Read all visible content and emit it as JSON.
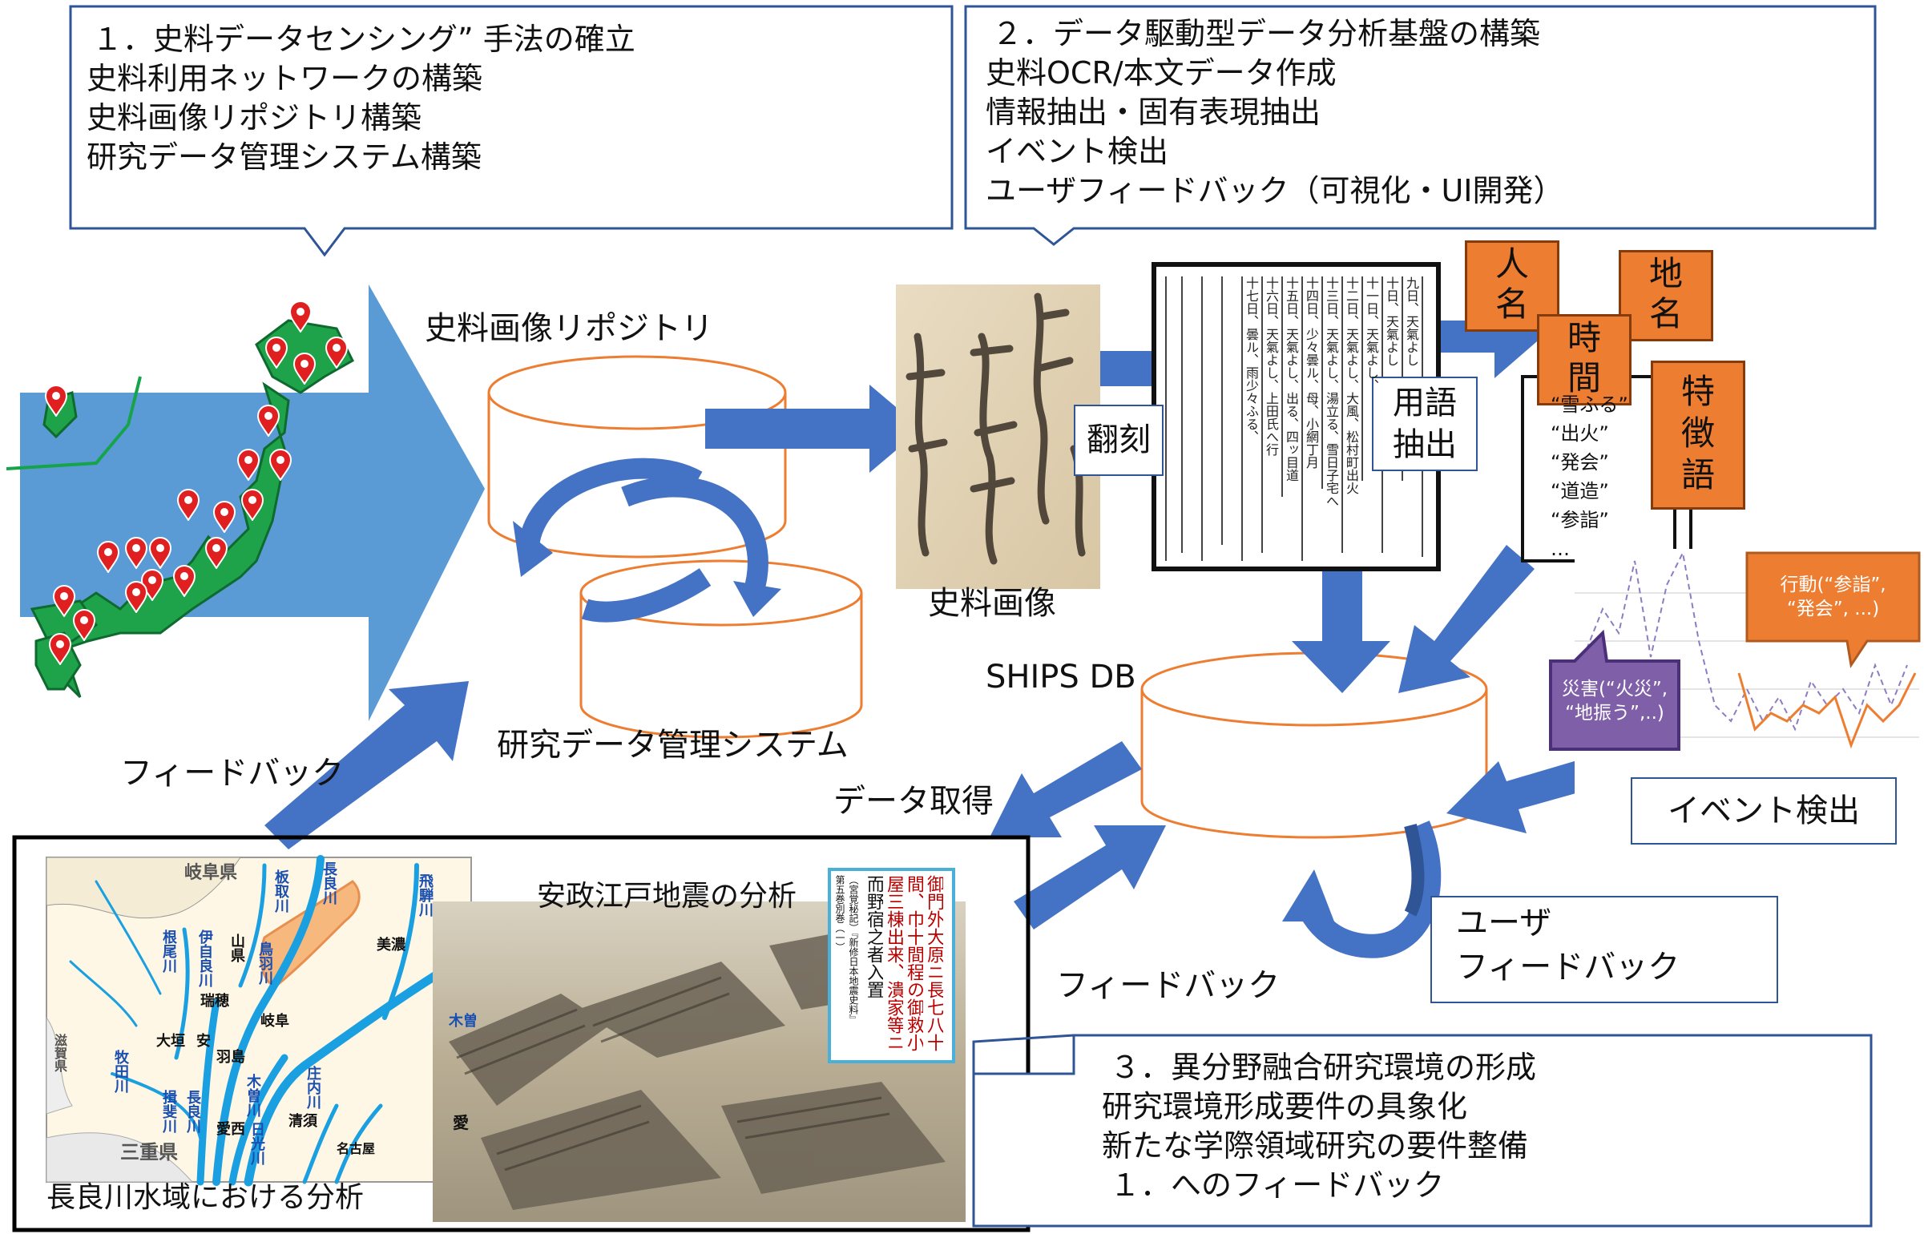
{
  "callout1": {
    "title": "１．史料データセンシング” 手法の確立",
    "items": [
      "史料利用ネットワークの構築",
      "史料画像リポジトリ構築",
      "研究データ管理システム構築"
    ]
  },
  "callout2": {
    "title": "２．データ駆動型データ分析基盤の構築",
    "items": [
      "史料OCR/本文データ作成",
      "情報抽出・固有表現抽出",
      "イベント検出",
      "ユーザフィードバック（可視化・UI開発）"
    ]
  },
  "callout3": {
    "title": "３．異分野融合研究環境の形成",
    "items": [
      "研究環境形成要件の具象化",
      "新たな学際領域研究の要件整備",
      "１．へのフィードバック"
    ]
  },
  "labels": {
    "repository": "史料画像リポジトリ",
    "rdm": "研究データ管理システム",
    "image": "史料画像",
    "db": "SHIPS DB",
    "feedback_left": "フィードバック",
    "feedback_bottom": "フィードバック",
    "data_get": "データ取得",
    "honkoku": "翻刻",
    "term_extract_1": "用語",
    "term_extract_2": "抽出",
    "event_detect": "イベント検出",
    "user_fb_1": "ユーザ",
    "user_fb_2": "フィードバック",
    "ansei": "安政江戸地震の分析",
    "nagara": "長良川水域における分析"
  },
  "tags": {
    "person": "人名",
    "place": "地名",
    "time": "時間",
    "feature": "特徴語"
  },
  "terms": [
    "“雪ふる”",
    "“出火”",
    "“発会”",
    "“道造”",
    "“参詣”",
    "…"
  ],
  "bubbles": {
    "disaster_1": "災害(“火災”,",
    "disaster_2": "“地振う”,..)",
    "action_1": "行動(“参詣”,",
    "action_2": "“発会”, ...)"
  },
  "map_labels": {
    "gifu_pref": "岐阜県",
    "itadori": "板取川",
    "nagara_top": "長良川",
    "hida": "飛騨川",
    "neo": "根尾川",
    "ibi_small": "伊自良川",
    "yamagata": "山県",
    "toba": "鳥羽川",
    "mino": "美濃",
    "mizuho": "瑞穂",
    "gifu": "岐阜",
    "ogaki": "大垣",
    "makita": "牧田川",
    "yasu": "安",
    "hashima": "羽島",
    "ibi": "揖斐川",
    "nagara": "長良川",
    "kiso_small": "木曽川",
    "aisai": "愛西",
    "kiso": "木曽",
    "shiga": "滋賀県",
    "mie": "三重県",
    "kiyosu": "清須",
    "nikko": "日光川",
    "shonai": "庄内川",
    "nagoya": "名古屋",
    "ai": "愛"
  },
  "quote": {
    "columns": [
      "御門外大原ニ長七八十",
      "間、巾十間程の御救小",
      "屋三棟出来、潰家等ニ",
      "而野宿之者入置",
      "（宮覚秘記）『新修日本地震史料』",
      "第五巻別巻（一）"
    ]
  },
  "doc_text": [
    "九日、天氣よし",
    "十日、天氣よし",
    "十一日、天氣よし、",
    "十二日、天氣よし、大風、松村町出火",
    "十三日、天氣よし、湯立る、雪日子宅へ",
    "十四日、少々曇ル、母、小網丁月",
    "十五日、天氣よし、出る、四ッ目道",
    "十六日、天氣よし、上田氏へ行",
    "十七日、曇ル、雨少々ふる、"
  ],
  "colors": {
    "arrow": "#4472c4",
    "arrow_dark": "#2f5597",
    "cylinder": "#ed7d31",
    "tag": "#ed7d31",
    "bubble_purple": "#7f5fa8",
    "bubble_orange": "#ed7d31",
    "map_green": "#22a34a"
  }
}
